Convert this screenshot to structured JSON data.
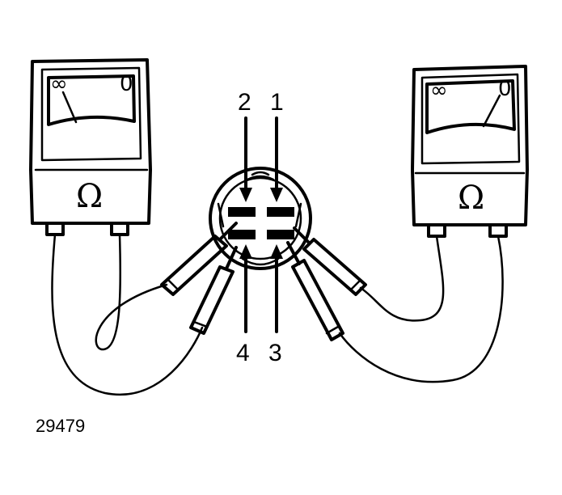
{
  "figure": {
    "reference_number": "29479",
    "terminals": {
      "t1": "1",
      "t2": "2",
      "t3": "3",
      "t4": "4"
    },
    "meters": {
      "left": {
        "scale_low": "∞",
        "scale_high": "0",
        "unit": "Ω"
      },
      "right": {
        "scale_low": "∞",
        "scale_high": "0",
        "unit": "Ω"
      }
    }
  }
}
